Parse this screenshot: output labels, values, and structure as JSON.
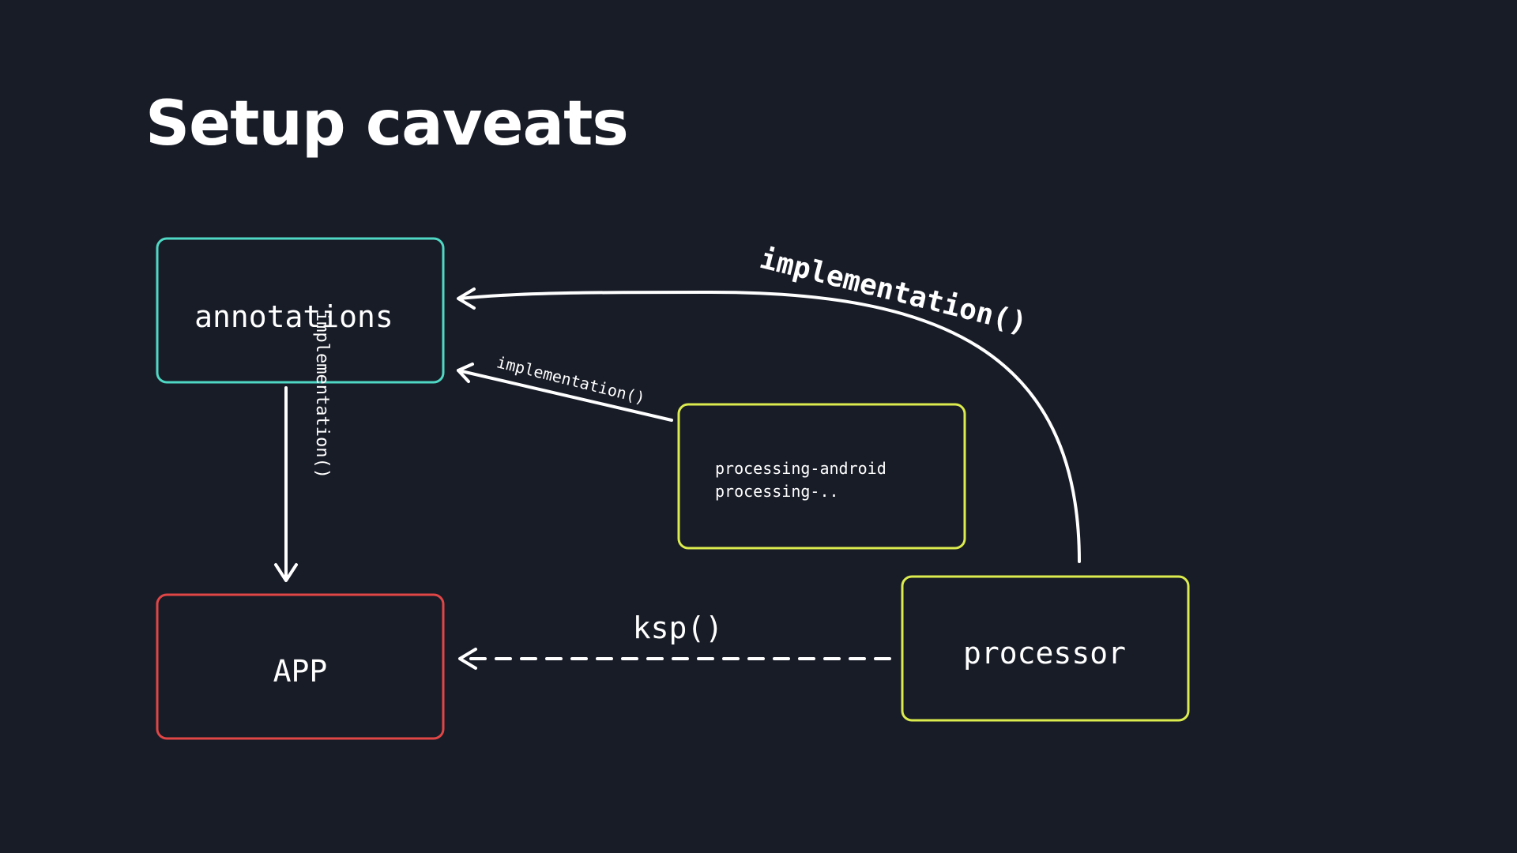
{
  "title": "Setup caveats",
  "colors": {
    "background": "#181c27",
    "annotations_border": "#4fd8c4",
    "app_border": "#e04646",
    "processor_border": "#dcec4e",
    "processing_border": "#dcec4e",
    "edge": "#ffffff"
  },
  "nodes": {
    "annotations": {
      "label": "annotations"
    },
    "app": {
      "label": "APP"
    },
    "processing": {
      "lines": [
        "processing-android",
        "processing-.."
      ]
    },
    "processor": {
      "label": "processor"
    }
  },
  "edges": {
    "annotations_to_app": {
      "label": "implementation()"
    },
    "processing_to_annotations": {
      "label": "implementation()"
    },
    "processor_to_annotations": {
      "label": "implementation()"
    },
    "processor_to_app": {
      "label": "ksp()",
      "style": "dashed"
    }
  }
}
